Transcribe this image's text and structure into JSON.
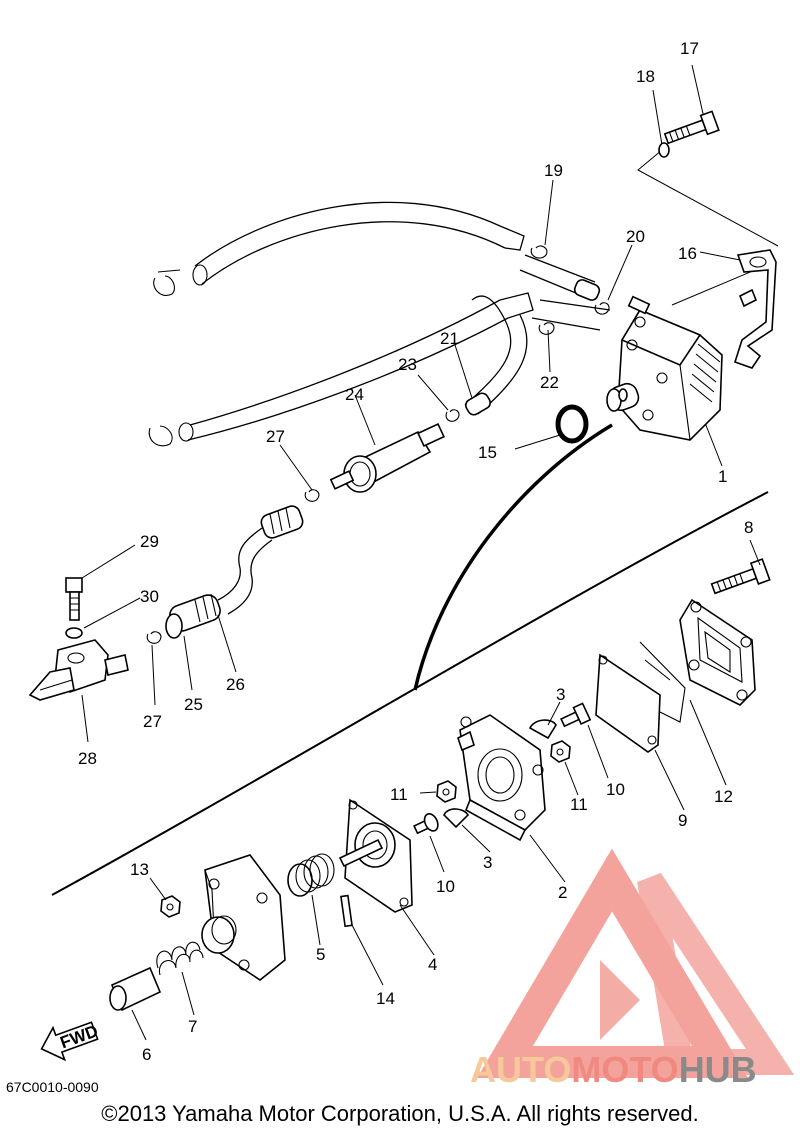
{
  "diagram": {
    "part_numbers": {
      "p1": "1",
      "p2": "2",
      "p3a": "3",
      "p3b": "3",
      "p4": "4",
      "p5": "5",
      "p6": "6",
      "p7": "7",
      "p8": "8",
      "p9": "9",
      "p10a": "10",
      "p10b": "10",
      "p11a": "11",
      "p11b": "11",
      "p12": "12",
      "p13": "13",
      "p14": "14",
      "p15": "15",
      "p16": "16",
      "p17": "17",
      "p18": "18",
      "p19": "19",
      "p20": "20",
      "p21": "21",
      "p22": "22",
      "p23": "23",
      "p24": "24",
      "p25": "25",
      "p26": "26",
      "p27a": "27",
      "p27b": "27",
      "p28": "28",
      "p29": "29",
      "p30": "30"
    },
    "fwd_label": "FWD",
    "diagram_code": "67C0010-0090",
    "copyright": "©2013 Yamaha Motor Corporation, U.S.A. All rights reserved."
  },
  "watermark": {
    "part1": "AUTO",
    "part2": "MOTO",
    "part3": "HUB",
    "colors": {
      "auto": "#f6c89a",
      "moto": "#f08a80",
      "hub": "#8a8a8a",
      "logo": "#f3a39c"
    }
  }
}
